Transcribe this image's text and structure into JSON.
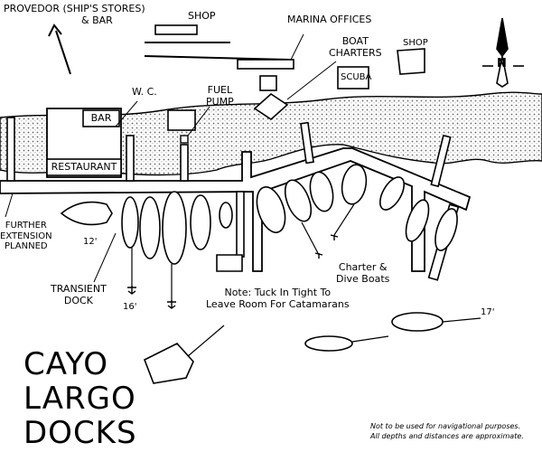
{
  "title_lines": [
    "CAYO",
    "LARGO",
    "DOCKS"
  ],
  "labels": {
    "proveedor_line1": "PROVEDOR (SHIP'S STORES)",
    "proveedor_line2": "& BAR",
    "shop_top": "SHOP",
    "marina_offices": "MARINA OFFICES",
    "boat_charters_line1": "BOAT",
    "boat_charters_line2": "CHARTERS",
    "shop_right": "SHOP",
    "scuba": "SCUBA",
    "wc": "W. C.",
    "fuel_line1": "FUEL",
    "fuel_line2": "PUMP",
    "bar": "BAR",
    "restaurant": "RESTAURANT",
    "further_line1": "FURTHER",
    "further_line2": "EXTENSION",
    "further_line3": "PLANNED",
    "depth_12": "12'",
    "depth_16": "16'",
    "depth_17": "17'",
    "transient_line1": "TRANSIENT",
    "transient_line2": "DOCK",
    "charter_line1": "Charter &",
    "charter_line2": "Dive Boats",
    "note_line1": "Note: Tuck In Tight To",
    "note_line2": "Leave Room For Catamarans",
    "compass_n": "N",
    "disclaimer_line1": "Not to be used for navigational purposes.",
    "disclaimer_line2": "All depths and distances are approximate."
  },
  "colors": {
    "ink": "#000000",
    "paper": "#ffffff",
    "shore": "#8a8a8a"
  },
  "icons": [
    "north-arrow-icon",
    "compass-icon",
    "anchor-icon"
  ]
}
